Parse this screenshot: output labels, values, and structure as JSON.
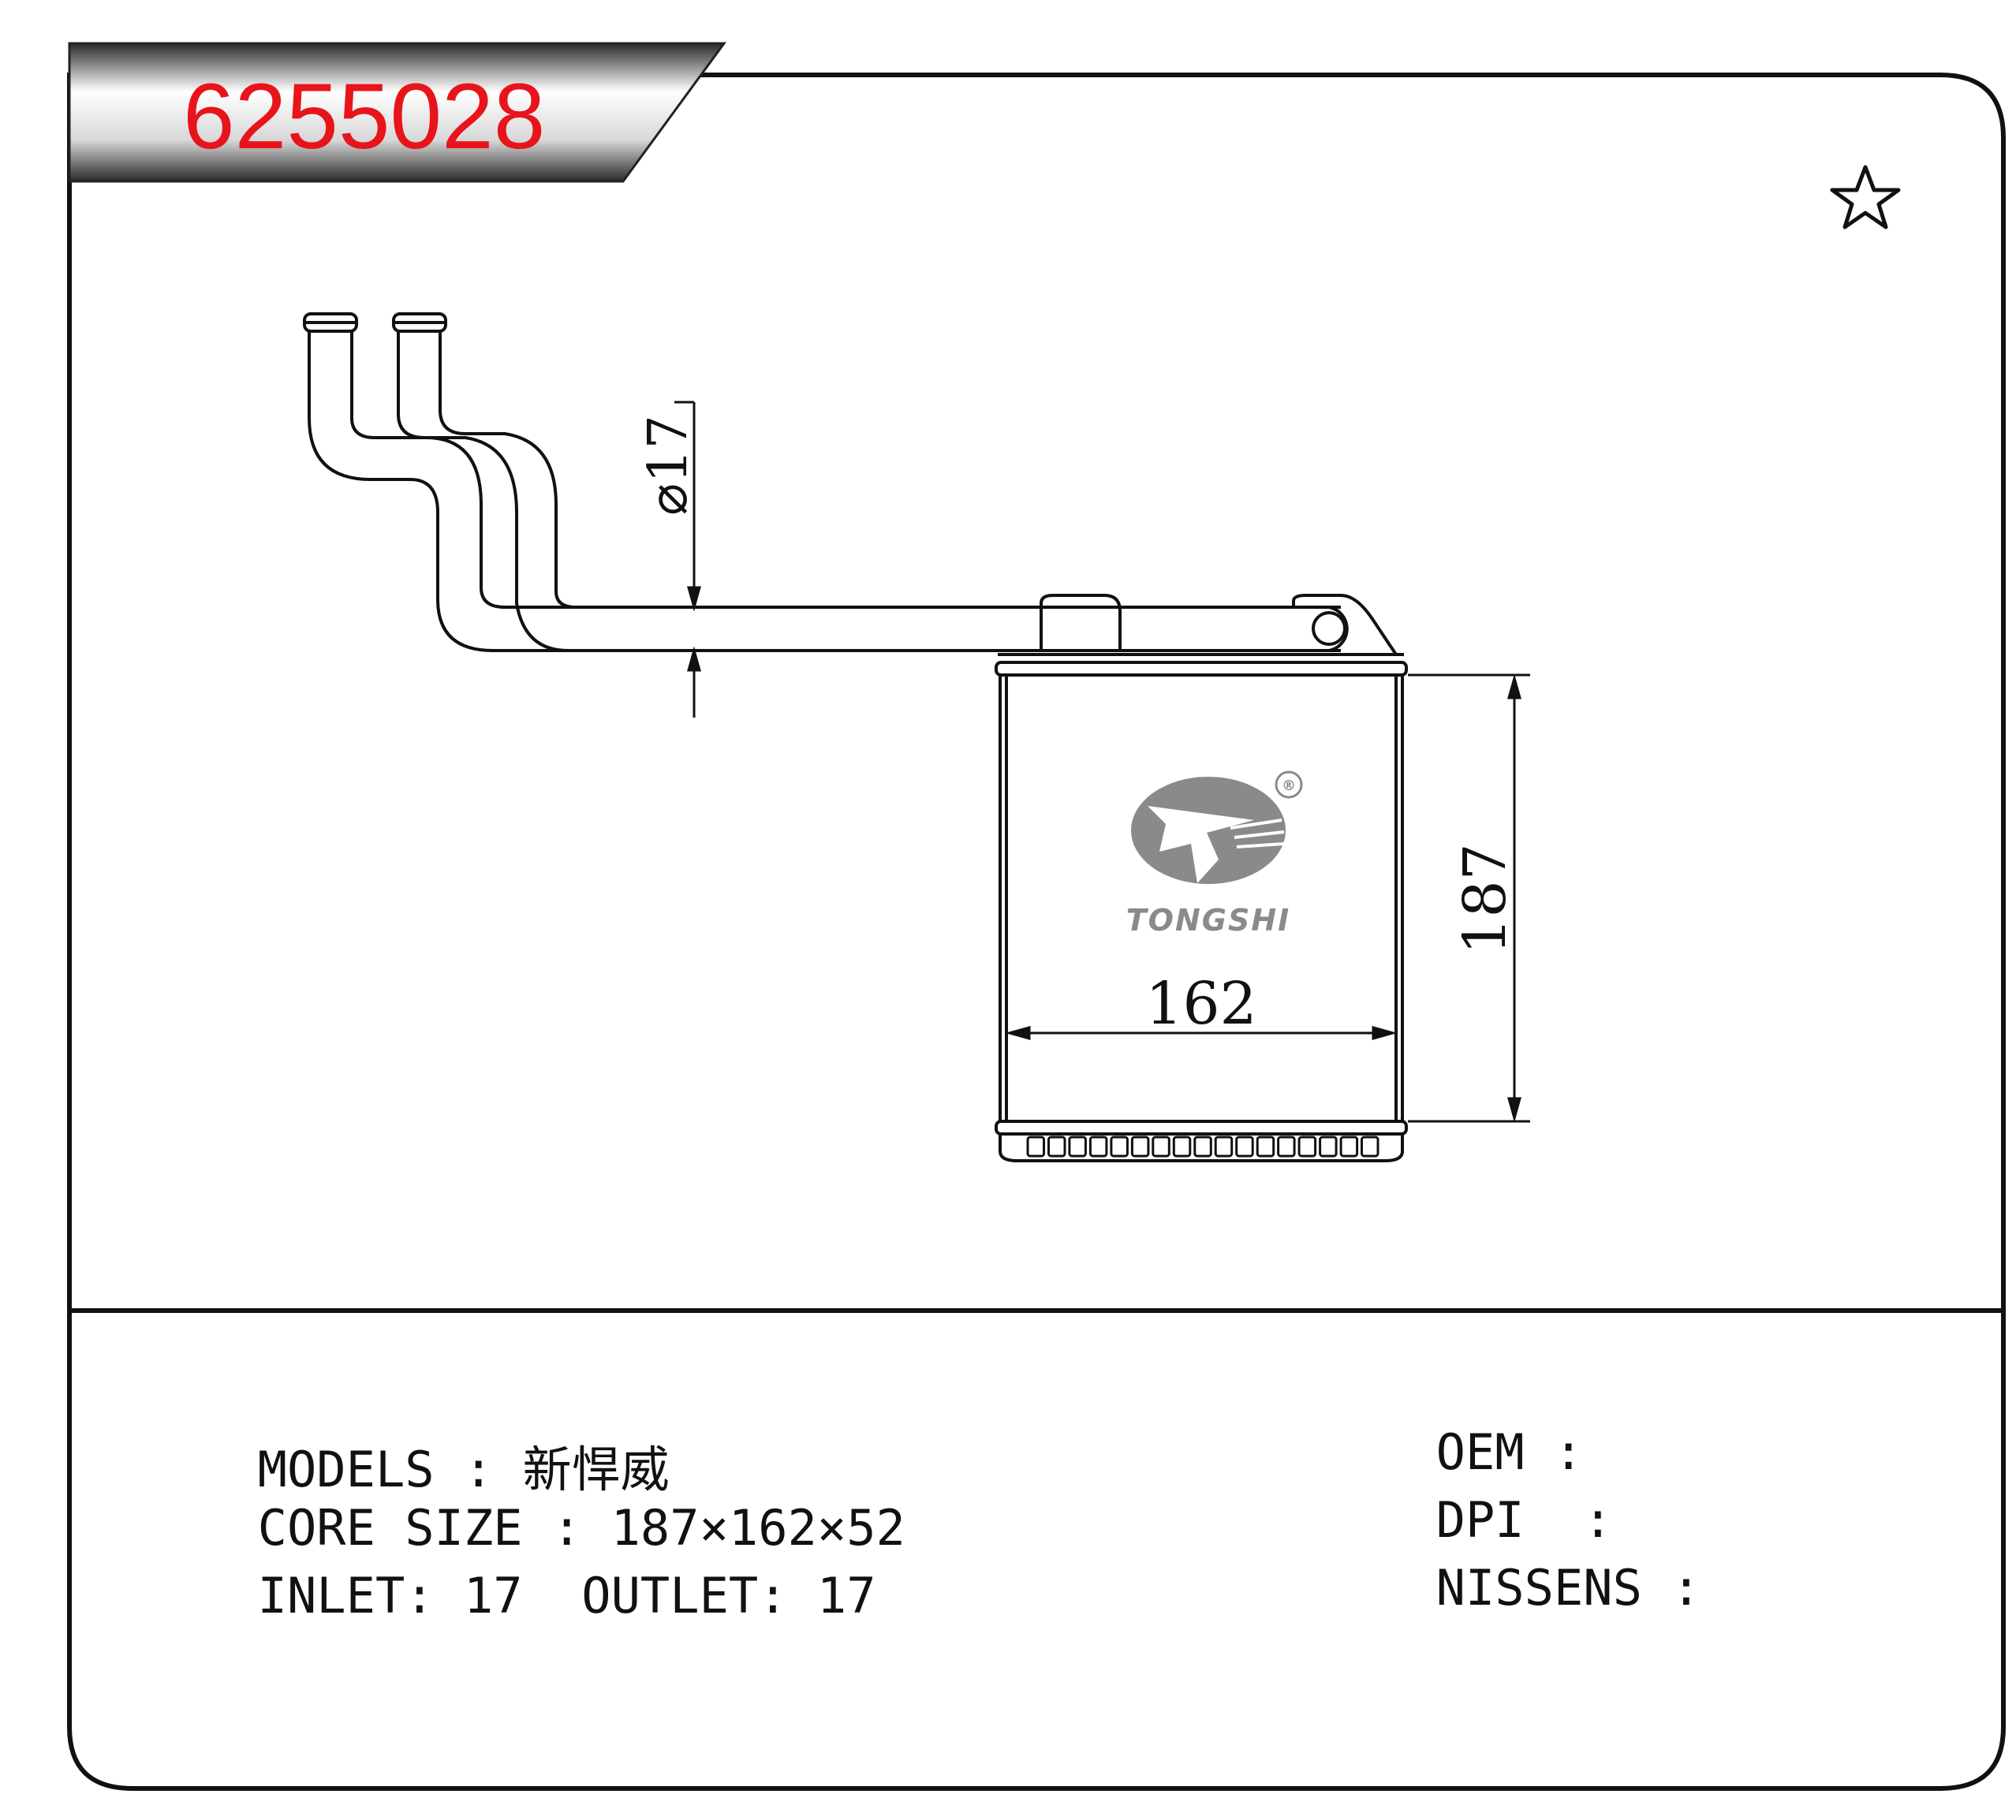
{
  "part_number": "6255028",
  "brand": {
    "logo_text": "TONGSHI",
    "registered_mark": "®"
  },
  "dimensions": {
    "pipe_diameter": "⌀17",
    "core_height": "187",
    "core_width": "162"
  },
  "specs_left": {
    "models_label": "MODELS",
    "models_sep": ":",
    "models_value": "新悍威",
    "core_size_label": "CORE SIZE",
    "core_size_sep": ":",
    "core_size_value": "187×162×52",
    "inlet_label": "INLET:",
    "inlet_value": "17",
    "outlet_label": "OUTLET:",
    "outlet_value": "17"
  },
  "specs_right": {
    "oem_label": "OEM",
    "oem_sep": ":",
    "dpi_label": "DPI",
    "dpi_sep": ":",
    "nissens_label": "NISSENS",
    "nissens_sep": ":"
  },
  "colors": {
    "part_number": "#e8141b",
    "line": "#111111",
    "logo_gray": "#8a8a8a"
  },
  "icons": [
    "star-icon",
    "registered-icon"
  ]
}
